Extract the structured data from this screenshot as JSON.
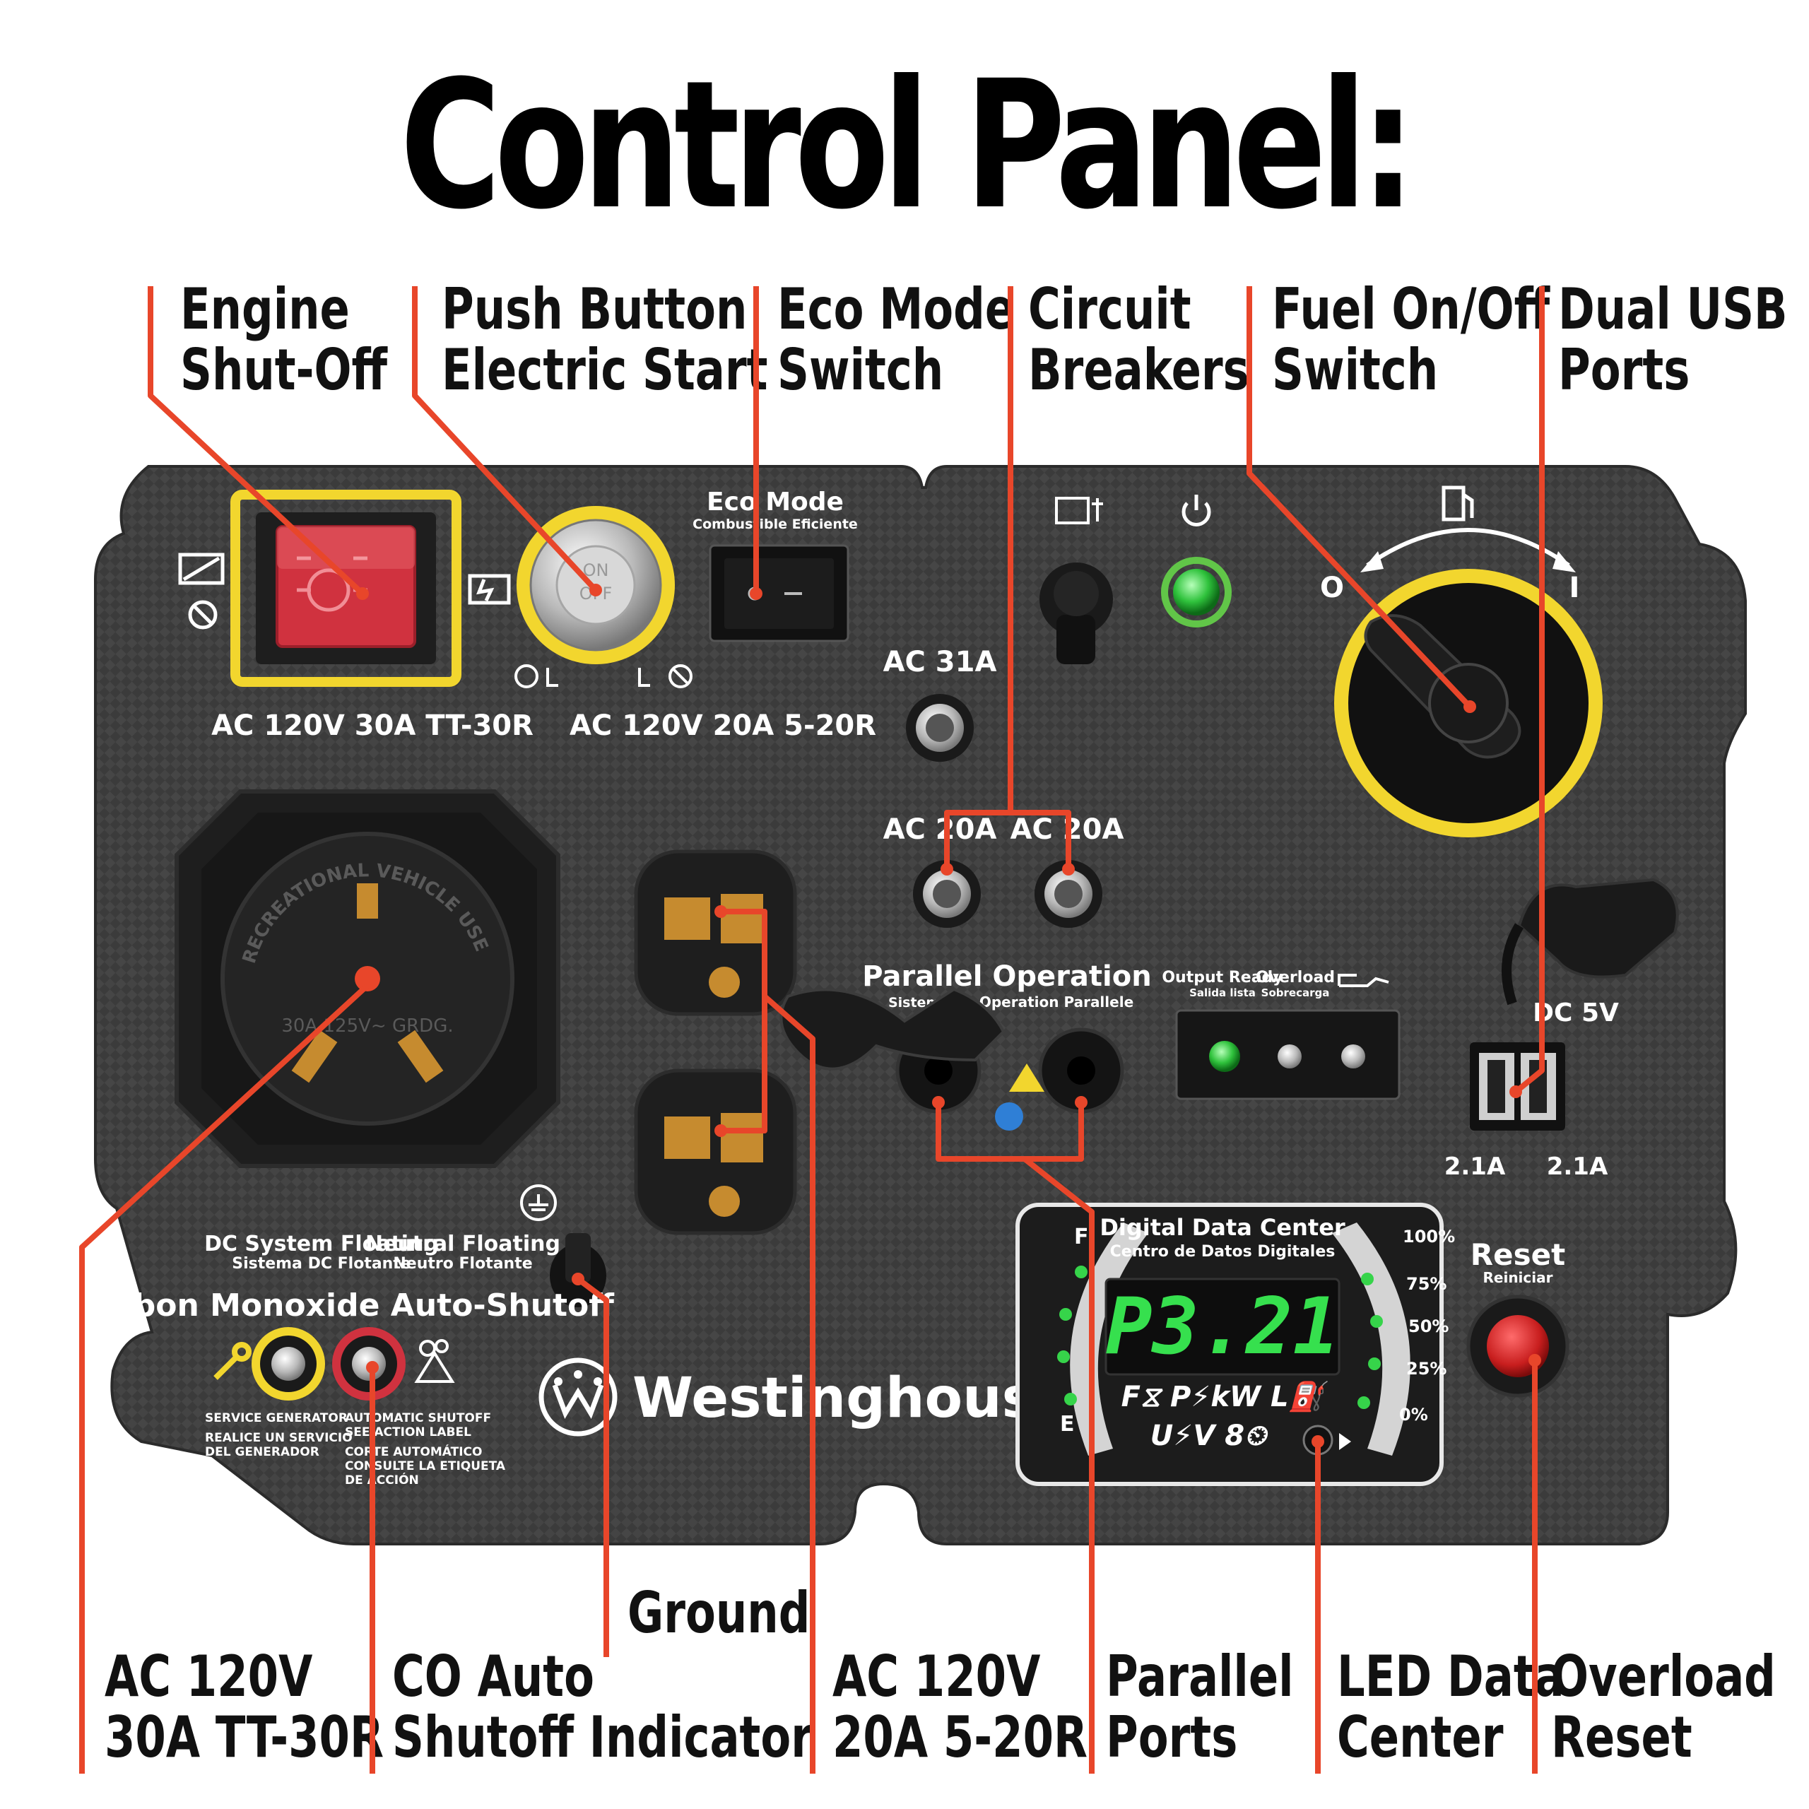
{
  "title": "Control Panel:",
  "callouts_top": {
    "engine_shutoff": [
      "Engine",
      "Shut-Off"
    ],
    "push_button_start": [
      "Push Button",
      "Electric Start"
    ],
    "eco_mode_switch": [
      "Eco Mode",
      "Switch"
    ],
    "circuit_breakers": [
      "Circuit",
      "Breakers"
    ],
    "fuel_switch": [
      "Fuel On/Off",
      "Switch"
    ],
    "dual_usb": [
      "Dual USB",
      "Ports"
    ]
  },
  "callouts_bottom": {
    "ac_30a": [
      "AC 120V",
      "30A TT-30R"
    ],
    "co_indicator": [
      "CO Auto",
      "Shutoff Indicator"
    ],
    "ground": [
      "Ground"
    ],
    "ac_20a": [
      "AC 120V",
      "20A 5-20R"
    ],
    "parallel_ports": [
      "Parallel",
      "Ports"
    ],
    "led_data_center": [
      "LED Data",
      "Center"
    ],
    "overload_reset": [
      "Overload",
      "Reset"
    ]
  },
  "panel": {
    "eco_mode": "Eco Mode",
    "eco_mode_es": "Combustible Eficiente",
    "label_30a": "AC 120V 30A TT-30R",
    "label_20a": "AC 120V 20A 5-20R",
    "start_on": "ON",
    "start_off": "OFF",
    "breaker_31a": "AC 31A",
    "breaker_20a_left": "AC 20A",
    "breaker_20a_right": "AC 20A",
    "rv_socket_text": "RECREATIONAL VEHICLE USE ONLY",
    "rv_rating": "30A 125V~ GRDG.",
    "parallel_operation": "Parallel Operation",
    "parallel_es_left": "Sistema",
    "parallel_es_right": "Operation Parallele",
    "output_ready": "Output Ready",
    "output_ready_es": "Salida lista",
    "overload": "Overload",
    "overload_es": "Sobrecarga",
    "dc_5v": "DC 5V",
    "usb_left": "2.1A",
    "usb_right": "2.1A",
    "dc_floating": "DC System Floating",
    "dc_floating_es": "Sistema DC Flotante",
    "neutral_floating": "Neutral Floating",
    "neutral_floating_es": "Neutro Flotante",
    "co_title": "Carbon Monoxide Auto-Shutoff",
    "service_generator": "SERVICE GENERATOR",
    "service_es_1": "REALICE UN SERVICIO",
    "service_es_2": "DEL GENERADOR",
    "auto_shutoff_1": "AUTOMATIC SHUTOFF",
    "auto_shutoff_2": "SEE ACTION LABEL",
    "auto_shutoff_es_1": "CORTE AUTOMÁTICO",
    "auto_shutoff_es_2": "CONSULTE LA ETIQUETA",
    "auto_shutoff_es_3": "DE ACCIÓN",
    "brand": "Westinghouse",
    "reset": "Reset",
    "reset_es": "Reiniciar",
    "fuel_off": "O",
    "fuel_on": "I"
  },
  "display": {
    "title": "Digital Data Center",
    "title_es": "Centro de Datos Digitales",
    "readout": "P3.21",
    "pct_100": "100%",
    "pct_75": "75%",
    "pct_50": "50%",
    "pct_25": "25%",
    "pct_0": "0%",
    "fuel_empty": "E",
    "fuel_full": "F",
    "mode_icons_row1": "F⧖  P⚡kW  L⛽",
    "mode_icons_row2": "U⚡V  8⏲"
  },
  "colors": {
    "callout_line": "#e8462a",
    "panel": "#3a3a3a",
    "yellow_ring": "#f2d62e",
    "green_led": "#36d44a",
    "lcd_green": "#36e04e",
    "red_switch": "#d0323f"
  }
}
